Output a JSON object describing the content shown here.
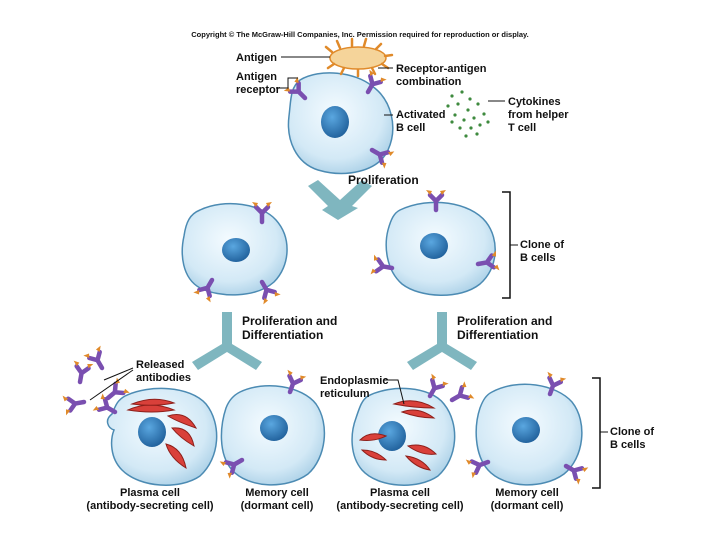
{
  "copyright": "Copyright © The McGraw-Hill Companies, Inc. Permission required for reproduction or display.",
  "labels": {
    "antigen": "Antigen",
    "antigen_receptor": [
      "Antigen",
      "receptor"
    ],
    "receptor_antigen_combination": [
      "Receptor-antigen",
      "combination"
    ],
    "activated_b_cell": [
      "Activated",
      "B cell"
    ],
    "cytokines": [
      "Cytokines",
      "from helper",
      "T cell"
    ],
    "proliferation": "Proliferation",
    "clone_top": [
      "Clone of",
      "B cells"
    ],
    "prolif_diff_left": [
      "Proliferation and",
      "Differentiation"
    ],
    "prolif_diff_right": [
      "Proliferation and",
      "Differentiation"
    ],
    "released_antibodies": [
      "Released",
      "antibodies"
    ],
    "endoplasmic_reticulum": [
      "Endoplasmic",
      "reticulum"
    ],
    "clone_bottom": [
      "Clone of",
      "B cells"
    ],
    "plasma_cell_1": [
      "Plasma cell",
      "(antibody-secreting cell)"
    ],
    "memory_cell_1": [
      "Memory cell",
      "(dormant cell)"
    ],
    "plasma_cell_2": [
      "Plasma cell",
      "(antibody-secreting cell)"
    ],
    "memory_cell_2": [
      "Memory cell",
      "(dormant cell)"
    ]
  },
  "colors": {
    "cell_fill": "#cfe6f4",
    "cell_stroke": "#3d7fa8",
    "nucleus": "#2f7fc1",
    "receptor": "#8a5cb8",
    "antigen_tip": "#e08a2a",
    "antigen_body": "#f3d08a",
    "er": "#d9403a",
    "arrow": "#7fb6bf",
    "cytokine": "#3e8a3e"
  }
}
